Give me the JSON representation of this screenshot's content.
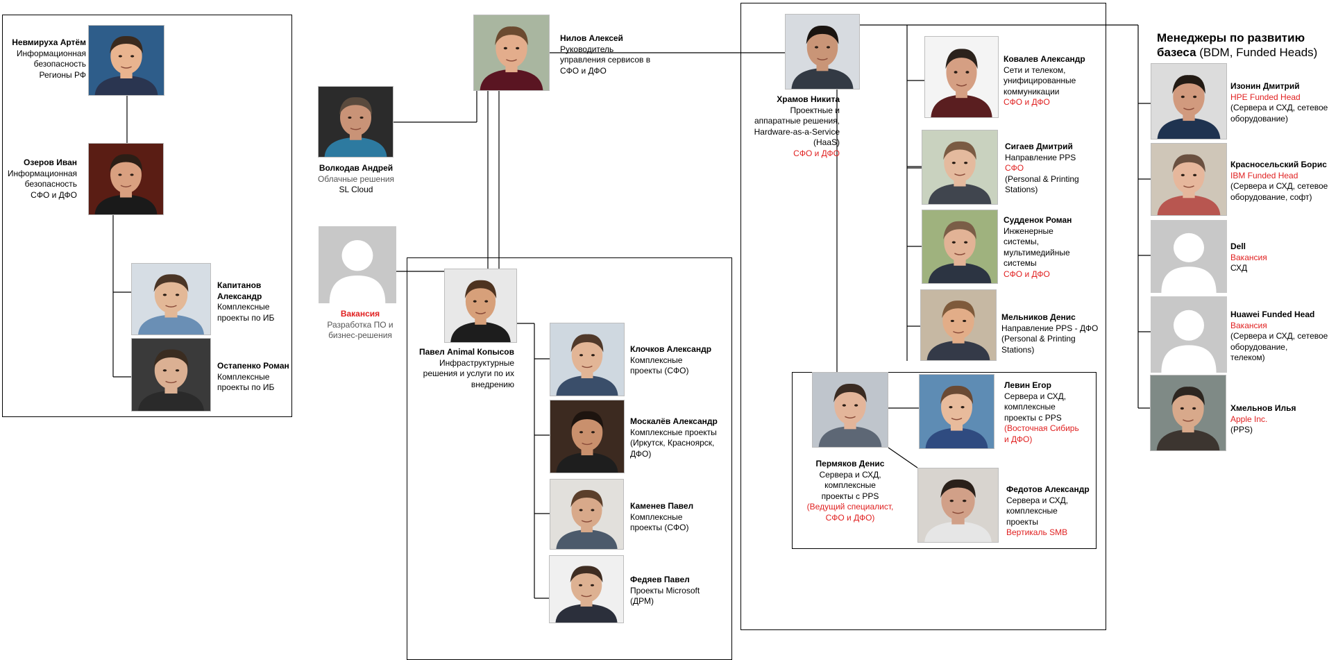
{
  "heading": {
    "bold": "Менеджеры по развитию бaзеса",
    "rest": "(BDM, Funded Heads)"
  },
  "colors": {
    "highlight": "#e02020",
    "line": "#000000",
    "placeholder_bg": "#c8c8c8"
  },
  "people": {
    "nevmirukha": {
      "name": "Невмируха Артём",
      "lines": [
        "Информационная",
        "безопасность",
        "Регионы РФ"
      ],
      "hl": []
    },
    "ozerov": {
      "name": "Озеров Иван",
      "lines": [
        "Информационная",
        "безопасность",
        "СФО и ДФО"
      ],
      "hl": []
    },
    "kapitanov": {
      "name": "Капитанов Александр",
      "lines": [
        "Комплексные",
        "проекты по ИБ"
      ],
      "hl": []
    },
    "ostapenko": {
      "name": "Остапенко Роман",
      "lines": [
        "Комплексные",
        "проекты по ИБ"
      ],
      "hl": []
    },
    "volkodav": {
      "name": "Волкодав Андрей",
      "lines": [
        "Облачные решения",
        "SL Cloud"
      ],
      "hl": []
    },
    "vacancy_dev": {
      "name": "Вакансия",
      "lines": [
        "Разработка ПО и",
        "бизнес-решения"
      ],
      "hl": []
    },
    "nilov": {
      "name": "Нилов Алексей",
      "lines": [
        "Руководитель",
        "управления сервисов в",
        "СФО и ДФО"
      ],
      "hl": []
    },
    "kopysov": {
      "name": "Павел Animal Копысов",
      "lines": [
        "Инфраструктурные",
        "решения и услуги по их",
        "внедрению"
      ],
      "hl": []
    },
    "klochkov": {
      "name": "Клочков Александр",
      "lines": [
        "Комплексные",
        "проекты (СФО)"
      ],
      "hl": []
    },
    "moskalev": {
      "name": "Москалёв Александр",
      "lines": [
        "Комплексные проекты",
        "(Иркутск, Красноярск,",
        "ДФО)"
      ],
      "hl": []
    },
    "kamenev": {
      "name": "Каменев Павел",
      "lines": [
        "Комплексные",
        "проекты (СФО)"
      ],
      "hl": []
    },
    "fedyaev": {
      "name": "Федяев Павел",
      "lines": [
        "Проекты Microsoft",
        "(ДРМ)"
      ],
      "hl": []
    },
    "khramov": {
      "name": "Храмов Никита",
      "lines": [
        "Проектные и",
        "аппаратные решения,",
        "Hardware-as-a-Service",
        "(HaaS)"
      ],
      "hl": [
        "СФО и ДФО"
      ]
    },
    "kovalev": {
      "name": "Ковалев Александр",
      "lines": [
        "Сети и телеком,",
        "унифицированные",
        "коммуникации"
      ],
      "hl": [
        "СФО и ДФО"
      ]
    },
    "sigaev": {
      "name": "Сигаев Дмитрий",
      "lines": [
        "Направление PPS"
      ],
      "hl": [
        "СФО"
      ],
      "after": [
        "(Personal & Printing",
        "Stations)"
      ]
    },
    "suddenok": {
      "name": "Судденок Роман",
      "lines": [
        "Инженерные",
        "системы,",
        "мультимедийные",
        "системы"
      ],
      "hl": [
        "СФО и ДФО"
      ]
    },
    "melnikov": {
      "name": "Мельников Денис",
      "lines": [
        "Направление PPS - ДФО",
        "(Personal & Printing",
        "Stations)"
      ],
      "hl": []
    },
    "permyakov": {
      "name": "Пермяков Денис",
      "lines": [
        "Сервера и СХД,",
        "комплексные",
        "проекты с PPS"
      ],
      "hl": [
        "(Ведущий специалист,",
        "СФО и ДФО)"
      ]
    },
    "levin": {
      "name": "Левин Егор",
      "lines": [
        "Сервера и СХД,",
        "комплексные",
        "проекты с PPS"
      ],
      "hl": [
        "(Восточная Сибирь",
        "и ДФО)"
      ]
    },
    "fedotov": {
      "name": "Федотов Александр",
      "lines": [
        "Сервера и СХД,",
        "комплексные",
        "проекты"
      ],
      "hl": [
        "Вертикаль SMB"
      ]
    },
    "izonin": {
      "name": "Изонин Дмитрий",
      "lines": [],
      "hl": [
        "HPE Funded Head"
      ],
      "after": [
        "(Сервера и СХД, сетевое",
        "оборудование)"
      ]
    },
    "krasnoselsky": {
      "name": "Красносельский Борис",
      "lines": [],
      "hl": [
        "IBM Funded Head"
      ],
      "after": [
        "(Сервера и СХД, сетевое",
        "оборудование, софт)"
      ]
    },
    "dell": {
      "name": "Dell",
      "lines": [],
      "hl": [
        "Вакансия"
      ],
      "after": [
        "СХД"
      ]
    },
    "huawei": {
      "name": "Huawei Funded Head",
      "lines": [],
      "hl": [
        "Вакансия"
      ],
      "after": [
        "(Сервера и СХД, сетевое",
        "оборудование,",
        "телеком)"
      ]
    },
    "khmelnov": {
      "name": "Хмельнов Илья",
      "lines": [],
      "hl": [
        "Apple Inc."
      ],
      "after": [
        "(PPS)"
      ]
    }
  }
}
